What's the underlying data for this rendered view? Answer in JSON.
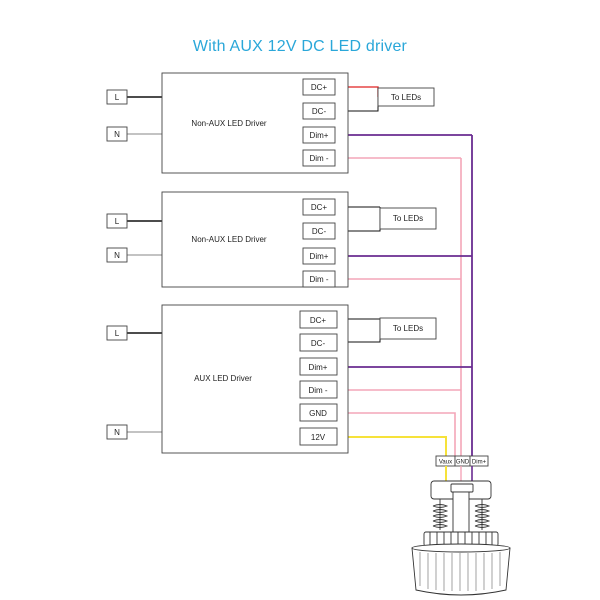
{
  "title": "With AUX 12V DC  LED driver",
  "colors": {
    "title": "#2aa7d9",
    "dc_plus_wire": "#e02020",
    "dim_plus_wire": "#6a2c91",
    "dim_minus_wire": "#f4a6b8",
    "v12_wire": "#f6e23a",
    "line_wire": "#111111"
  },
  "drivers": [
    {
      "name": "Non-AUX  LED Driver",
      "inputs": [
        "L",
        "N"
      ],
      "terminals": [
        "DC+",
        "DC-",
        "Dim+",
        "Dim -"
      ],
      "output_label": "To LEDs"
    },
    {
      "name": "Non-AUX  LED Driver",
      "inputs": [
        "L",
        "N"
      ],
      "terminals": [
        "DC+",
        "DC-",
        "Dim+",
        "Dim -"
      ],
      "output_label": "To LEDs"
    },
    {
      "name": "AUX  LED Driver",
      "inputs": [
        "L",
        "N"
      ],
      "terminals": [
        "DC+",
        "DC-",
        "Dim+",
        "Dim -",
        "GND",
        "12V"
      ],
      "output_label": "To LEDs"
    }
  ],
  "dimmer": {
    "terminals": [
      "Vaux",
      "GND",
      "Dim+"
    ]
  }
}
